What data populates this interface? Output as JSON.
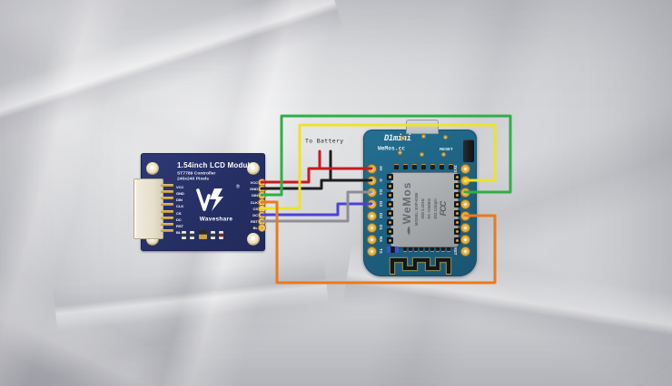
{
  "colors": {
    "paper": "#d2d3d6",
    "lcd_board": "#262f64",
    "d1_board": "#1e6080",
    "wire_red": "#c8191f",
    "wire_black": "#1d1d20",
    "wire_green": "#2fae45",
    "wire_yellow": "#ece32a",
    "wire_orange": "#ea7a1d",
    "wire_blue": "#4b42d6",
    "wire_gray": "#8e8e96"
  },
  "battery": {
    "label": "To Battery"
  },
  "lcd": {
    "title": "1.54inch LCD Module",
    "controller": "ST7789 Controller",
    "resolution": "240x240 Pixels",
    "brand": "Waveshare",
    "reg_mark": "®",
    "pins": [
      "VCC",
      "GND",
      "DIN",
      "CLK",
      "CS",
      "DC",
      "RST",
      "BL"
    ]
  },
  "d1": {
    "title": "D1mini",
    "brand": "WeMos.cc",
    "reset_label": "RESET",
    "left_pins": [
      "5V",
      "G",
      "D4",
      "D3",
      "D2",
      "D1",
      "RX",
      "TX"
    ],
    "right_pins": [
      "3V3",
      "D8",
      "D7",
      "D6",
      "D5",
      "D0",
      "A0",
      "RST"
    ],
    "module": {
      "brand": "WeMos",
      "model": "MODEL: ESP-8266",
      "spec_ism": "ISM 2.4GHz",
      "spec_pa": "PA +25dBm",
      "spec_wifi": "802.11b/g/n",
      "cert": "FCC"
    }
  },
  "connections": [
    {
      "color": "red",
      "from": "LCD VCC",
      "to": "D1 mini 5V / Battery +"
    },
    {
      "color": "black",
      "from": "LCD GND",
      "to": "D1 mini G / Battery -"
    },
    {
      "color": "green",
      "from": "LCD DIN",
      "to": "D1 mini D7"
    },
    {
      "color": "orange",
      "from": "LCD CLK",
      "to": "D1 mini D5"
    },
    {
      "color": "yellow",
      "from": "LCD CS",
      "to": "D1 mini D8"
    },
    {
      "color": "blue",
      "from": "LCD DC",
      "to": "D1 mini D3"
    },
    {
      "color": "gray",
      "from": "LCD RST",
      "to": "D1 mini D4"
    },
    {
      "color": "none",
      "from": "LCD BL",
      "to": "not connected"
    }
  ]
}
